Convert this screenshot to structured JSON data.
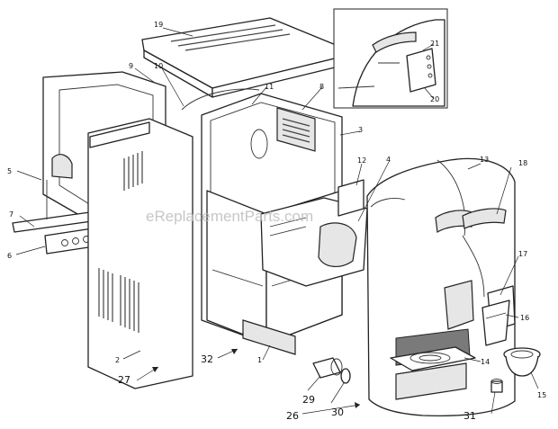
{
  "watermark": "eReplacementParts.com",
  "callouts": {
    "c1": "1",
    "c2": "2",
    "c3": "3",
    "c4": "4",
    "c5": "5",
    "c6": "6",
    "c7": "7",
    "c8": "8",
    "c9": "9",
    "c10": "10",
    "c11": "11",
    "c12": "12",
    "c13": "13",
    "c14": "14",
    "c15": "15",
    "c16": "16",
    "c17": "17",
    "c18": "18",
    "c19": "19",
    "c20": "20",
    "c21": "21",
    "c26": "26",
    "c27": "27",
    "c29": "29",
    "c30": "30",
    "c31": "31",
    "c32": "32"
  }
}
